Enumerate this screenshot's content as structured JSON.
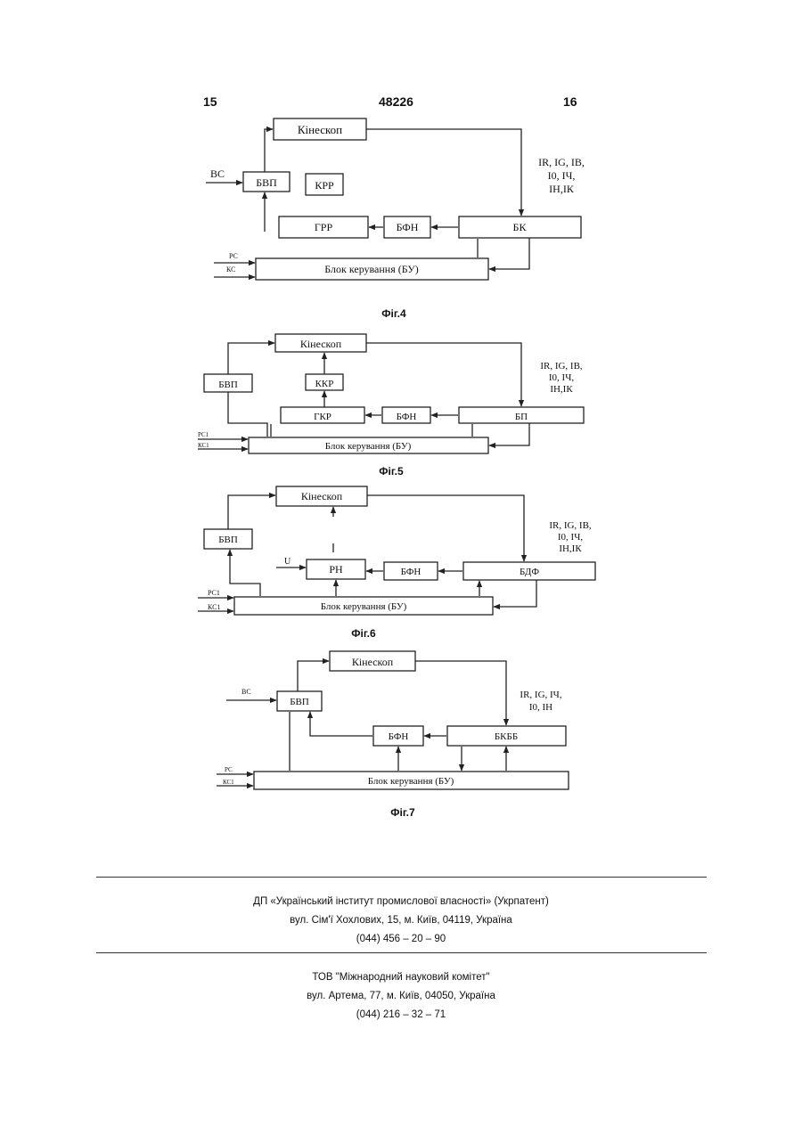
{
  "header": {
    "left_page": "15",
    "patent_number": "48226",
    "right_page": "16"
  },
  "figures": [
    {
      "caption": "Фіг.4",
      "blocks": {
        "kinescope": "Кінескоп",
        "bvp": "БВП",
        "krr": "КРР",
        "grr": "ГРР",
        "bfn": "БФН",
        "bk": "БК",
        "control": "Блок керування (БУ)"
      },
      "inputs": {
        "vs": "ВС",
        "rs": "РС",
        "ks": "КС"
      },
      "currents": [
        "IR, IG, IB,",
        "I0, IЧ,",
        "IН,IК"
      ]
    },
    {
      "caption": "Фіг.5",
      "blocks": {
        "kinescope": "Кінескоп",
        "bvp": "БВП",
        "kkr": "ККР",
        "gkr": "ГКР",
        "bfn": "БФН",
        "bp": "БП",
        "control": "Блок керування (БУ)"
      },
      "inputs": {
        "rs": "РС1",
        "ks": "КС1"
      },
      "currents": [
        "IR, IG, IB,",
        "I0, IЧ,",
        "IН,IК"
      ]
    },
    {
      "caption": "Фіг.6",
      "blocks": {
        "kinescope": "Кінескоп",
        "bvp": "БВП",
        "rn": "РН",
        "bfn": "БФН",
        "bdf": "БДФ",
        "control": "Блок керування (БУ)"
      },
      "inputs": {
        "u": "U",
        "rs": "РС1",
        "ks": "КС1"
      },
      "currents": [
        "IR, IG, IB,",
        "I0, IЧ,",
        "IН,IК"
      ]
    },
    {
      "caption": "Фіг.7",
      "blocks": {
        "kinescope": "Кінескоп",
        "bvp": "БВП",
        "bfn": "БФН",
        "bkbb": "БКББ",
        "control": "Блок керування (БУ)"
      },
      "inputs": {
        "vs": "ВС",
        "rs": "РС",
        "ks": "КС1"
      },
      "currents": [
        "IR, IG, IЧ,",
        "I0, IН"
      ]
    }
  ],
  "footer": {
    "org1": {
      "name": "ДП «Український інститут промислової власності» (Укрпатент)",
      "address": "вул. Сім'ї Хохлових, 15, м. Київ, 04119, Україна",
      "phone": "(044) 456 – 20 – 90"
    },
    "org2": {
      "name": "ТОВ \"Міжнародний науковий комітет\"",
      "address": "вул. Артема, 77, м. Київ, 04050, Україна",
      "phone": "(044) 216 – 32 – 71"
    }
  }
}
